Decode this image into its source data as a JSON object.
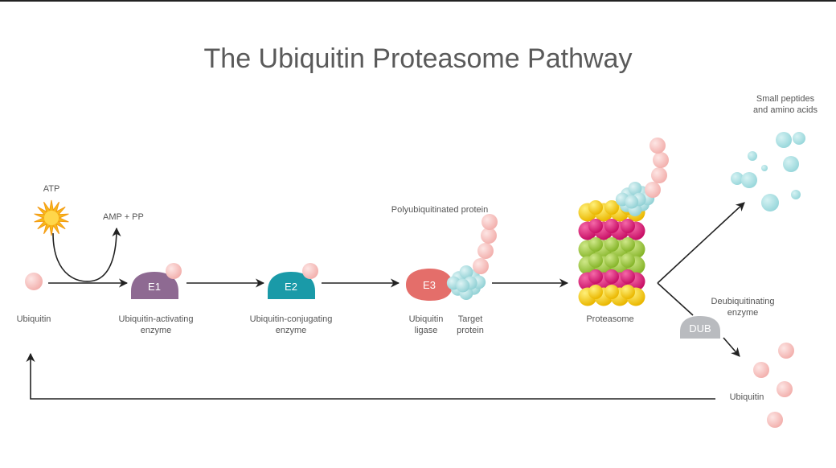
{
  "title": "The Ubiquitin Proteasome Pathway",
  "labels": {
    "atp": "ATP",
    "amp_pp": "AMP + PP",
    "ubiquitin_start": "Ubiquitin",
    "e1_line1": "Ubiquitin-activating",
    "e1_line2": "enzyme",
    "e2_line1": "Ubiquitin-conjugating",
    "e2_line2": "enzyme",
    "e3_line1": "Ubiquitin",
    "e3_line2": "ligase",
    "target_line1": "Target",
    "target_line2": "protein",
    "polyubiquitinated": "Polyubiquitinated protein",
    "proteasome": "Proteasome",
    "peptides_line1": "Small peptides",
    "peptides_line2": "and amino acids",
    "dub_line1": "Deubiquitinating",
    "dub_line2": "enzyme",
    "ubiquitin_end": "Ubiquitin"
  },
  "enzymes": {
    "e1": "E1",
    "e2": "E2",
    "e3": "E3",
    "dub": "DUB"
  },
  "colors": {
    "ubiquitin": "#f4b8b6",
    "e1": "#8e6a92",
    "e2": "#1a9aa8",
    "e3": "#e46e6a",
    "dub": "#b9bbbf",
    "target_protein": "#a9dde0",
    "amino_acid": "#a8dfe2",
    "proteasome_yellow": "#f3cf1c",
    "proteasome_magenta": "#df1e7c",
    "proteasome_green": "#9cc93a",
    "atp": "#f7b81a",
    "arrow": "#222222"
  }
}
